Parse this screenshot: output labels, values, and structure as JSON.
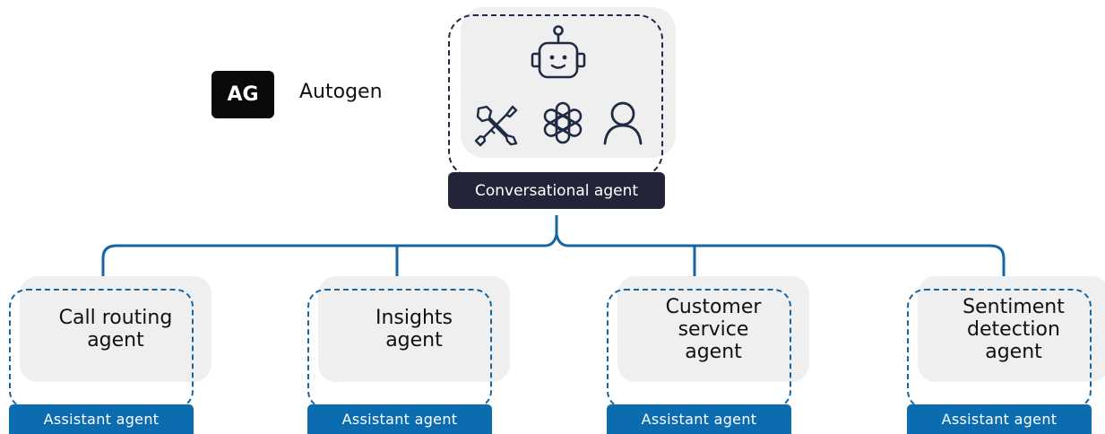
{
  "logo": {
    "badge": "AG",
    "name": "Autogen"
  },
  "main_agent": {
    "label": "Conversational agent",
    "icons": [
      "robot-icon",
      "tools-icon",
      "openai-icon",
      "user-icon"
    ]
  },
  "agents": [
    {
      "title_lines": [
        "Call routing",
        "agent"
      ],
      "label": "Assistant agent"
    },
    {
      "title_lines": [
        "Insights",
        "agent"
      ],
      "label": "Assistant agent"
    },
    {
      "title_lines": [
        "Customer",
        "service",
        "agent"
      ],
      "label": "Assistant agent"
    },
    {
      "title_lines": [
        "Sentiment",
        "detection",
        "agent"
      ],
      "label": "Assistant agent"
    }
  ],
  "colors": {
    "connector": "#1565a4",
    "assistant_label": "#0c6cb0",
    "main_label": "#232437",
    "card_fill": "#efefef"
  }
}
